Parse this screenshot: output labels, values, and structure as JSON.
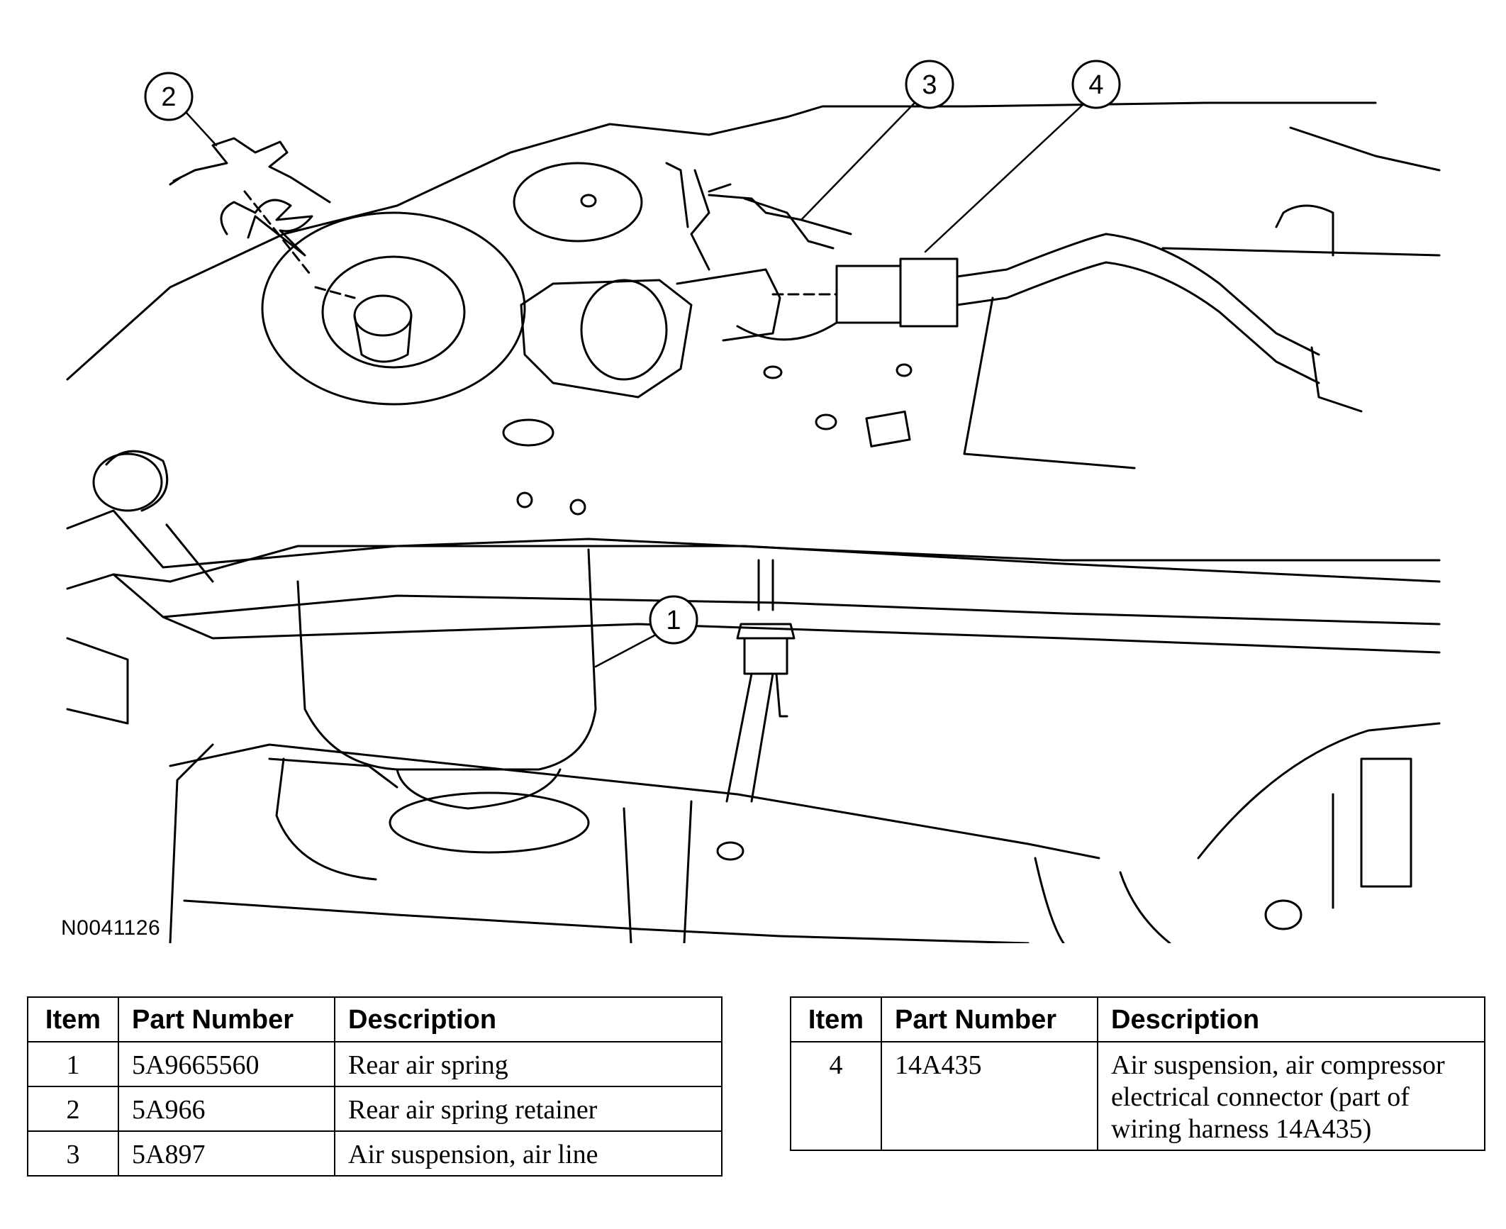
{
  "figure": {
    "reference_id": "N0041126",
    "callouts": [
      "1",
      "2",
      "3",
      "4"
    ]
  },
  "parts_table": {
    "headers": {
      "item": "Item",
      "part_number": "Part Number",
      "description": "Description"
    },
    "left_rows": [
      {
        "item": "1",
        "part_number": "5A9665560",
        "description": "Rear air spring"
      },
      {
        "item": "2",
        "part_number": "5A966",
        "description": "Rear air spring retainer"
      },
      {
        "item": "3",
        "part_number": "5A897",
        "description": "Air suspension, air line"
      }
    ],
    "right_rows": [
      {
        "item": "4",
        "part_number": "14A435",
        "description": "Air suspension, air compressor electrical connector (part of wiring harness 14A435)"
      }
    ]
  }
}
